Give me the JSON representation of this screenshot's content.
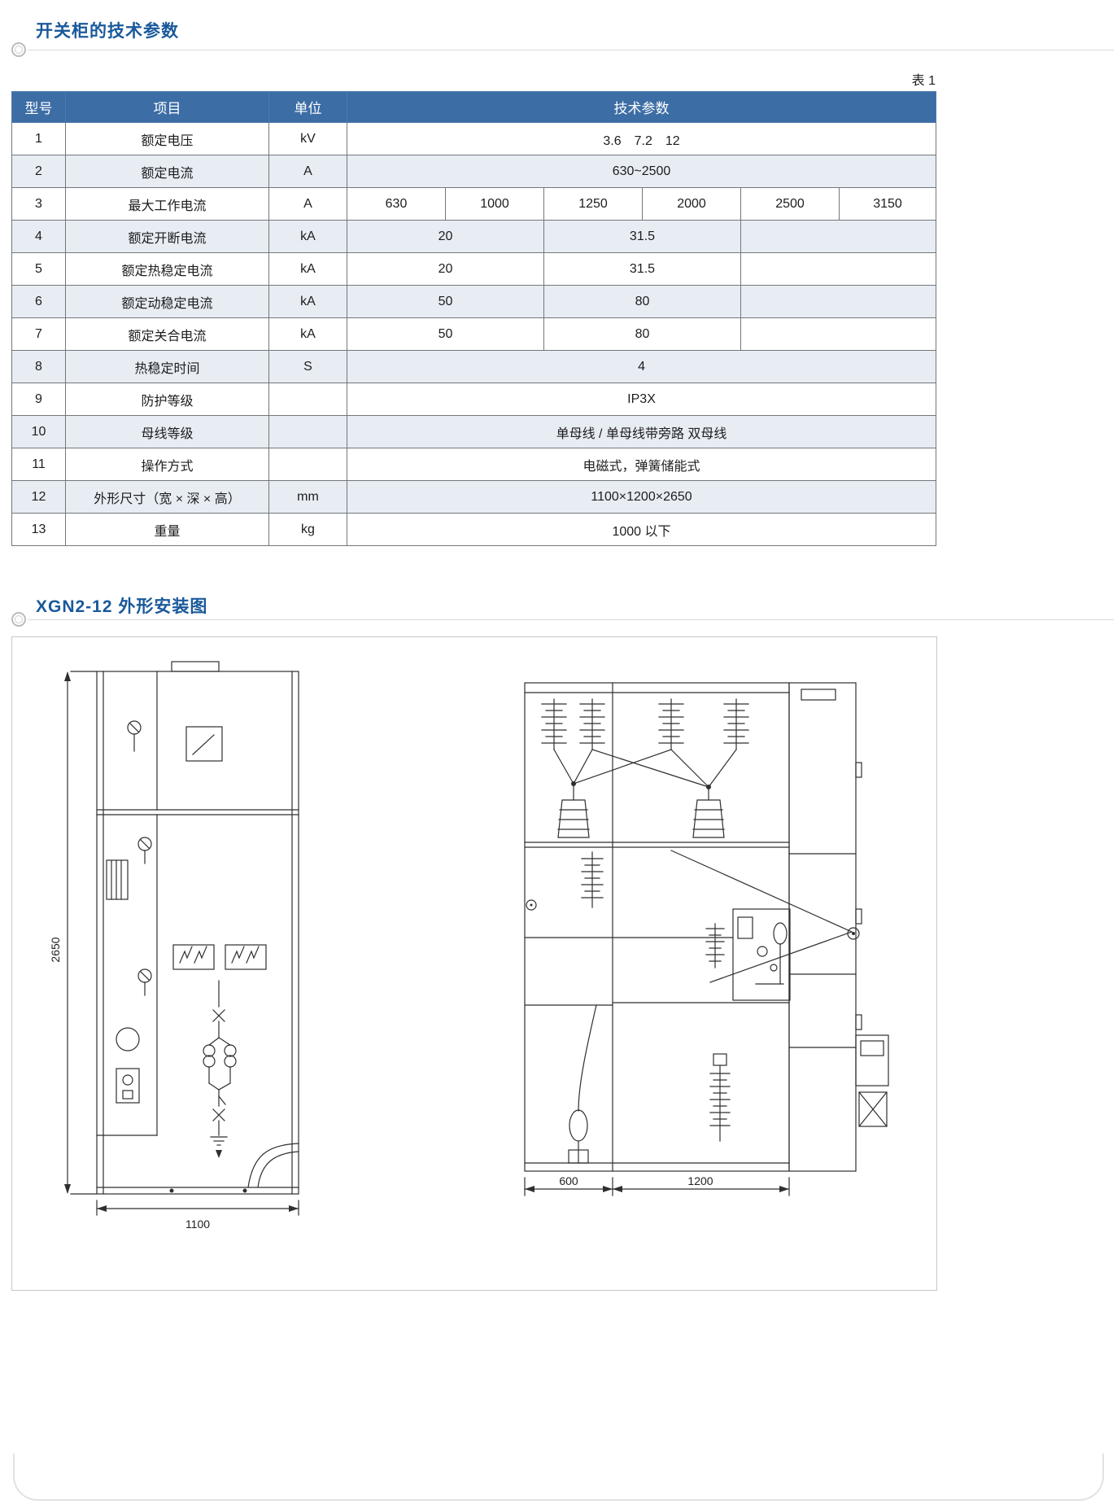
{
  "page": {
    "section1_title": "开关柜的技术参数",
    "table_caption": "表 1",
    "section2_title": "XGN2-12 外形安装图"
  },
  "table": {
    "headers": {
      "model": "型号",
      "item": "项目",
      "unit": "单位",
      "params": "技术参数"
    },
    "rows": [
      {
        "no": "1",
        "item": "额定电压",
        "unit": "kV",
        "value": "3.6　7.2　12"
      },
      {
        "no": "2",
        "item": "额定电流",
        "unit": "A",
        "value": "630~2500"
      },
      {
        "no": "3",
        "item": "最大工作电流",
        "unit": "A",
        "cells": [
          "630",
          "1000",
          "1250",
          "2000",
          "2500",
          "3150"
        ]
      },
      {
        "no": "4",
        "item": "额定开断电流",
        "unit": "kA",
        "cells": [
          "20",
          "31.5",
          ""
        ]
      },
      {
        "no": "5",
        "item": "额定热稳定电流",
        "unit": "kA",
        "cells": [
          "20",
          "31.5",
          ""
        ]
      },
      {
        "no": "6",
        "item": "额定动稳定电流",
        "unit": "kA",
        "cells": [
          "50",
          "80",
          ""
        ]
      },
      {
        "no": "7",
        "item": "额定关合电流",
        "unit": "kA",
        "cells": [
          "50",
          "80",
          ""
        ]
      },
      {
        "no": "8",
        "item": "热稳定时间",
        "unit": "S",
        "value": "4"
      },
      {
        "no": "9",
        "item": "防护等级",
        "unit": "",
        "value": "IP3X"
      },
      {
        "no": "10",
        "item": "母线等级",
        "unit": "",
        "value": "单母线 / 单母线带旁路 双母线"
      },
      {
        "no": "11",
        "item": "操作方式",
        "unit": "",
        "value": "电磁式，弹簧储能式"
      },
      {
        "no": "12",
        "item": "外形尺寸（宽 × 深 × 高）",
        "unit": "mm",
        "value": "1100×1200×2650"
      },
      {
        "no": "13",
        "item": "重量",
        "unit": "kg",
        "value": "1000 以下"
      }
    ]
  },
  "diagram": {
    "front_view": {
      "height_dim": "2650",
      "width_dim": "1100"
    },
    "side_view": {
      "depth_dim_front": "600",
      "depth_dim_rear": "1200"
    }
  },
  "colors": {
    "accent_blue": "#19599a",
    "table_header_bg": "#3c6da5",
    "row_alt_bg": "#e8edf4"
  }
}
